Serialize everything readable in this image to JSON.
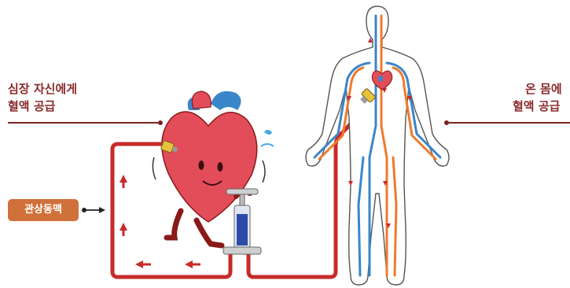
{
  "labels": {
    "self_supply": {
      "line1": "심장 자신에게",
      "line2": "혈액 공급"
    },
    "body_supply": {
      "line1": "온 몸에",
      "line2": "혈액 공급"
    },
    "coronary_artery": "관상동맥"
  },
  "colors": {
    "tube_red": "#c72a2a",
    "label_brown": "#8a2a2a",
    "badge_orange": "#d0703a",
    "heart_pink": "#e34d5a",
    "vein_blue": "#3a86c8",
    "artery_orange": "#ef7a2c"
  }
}
